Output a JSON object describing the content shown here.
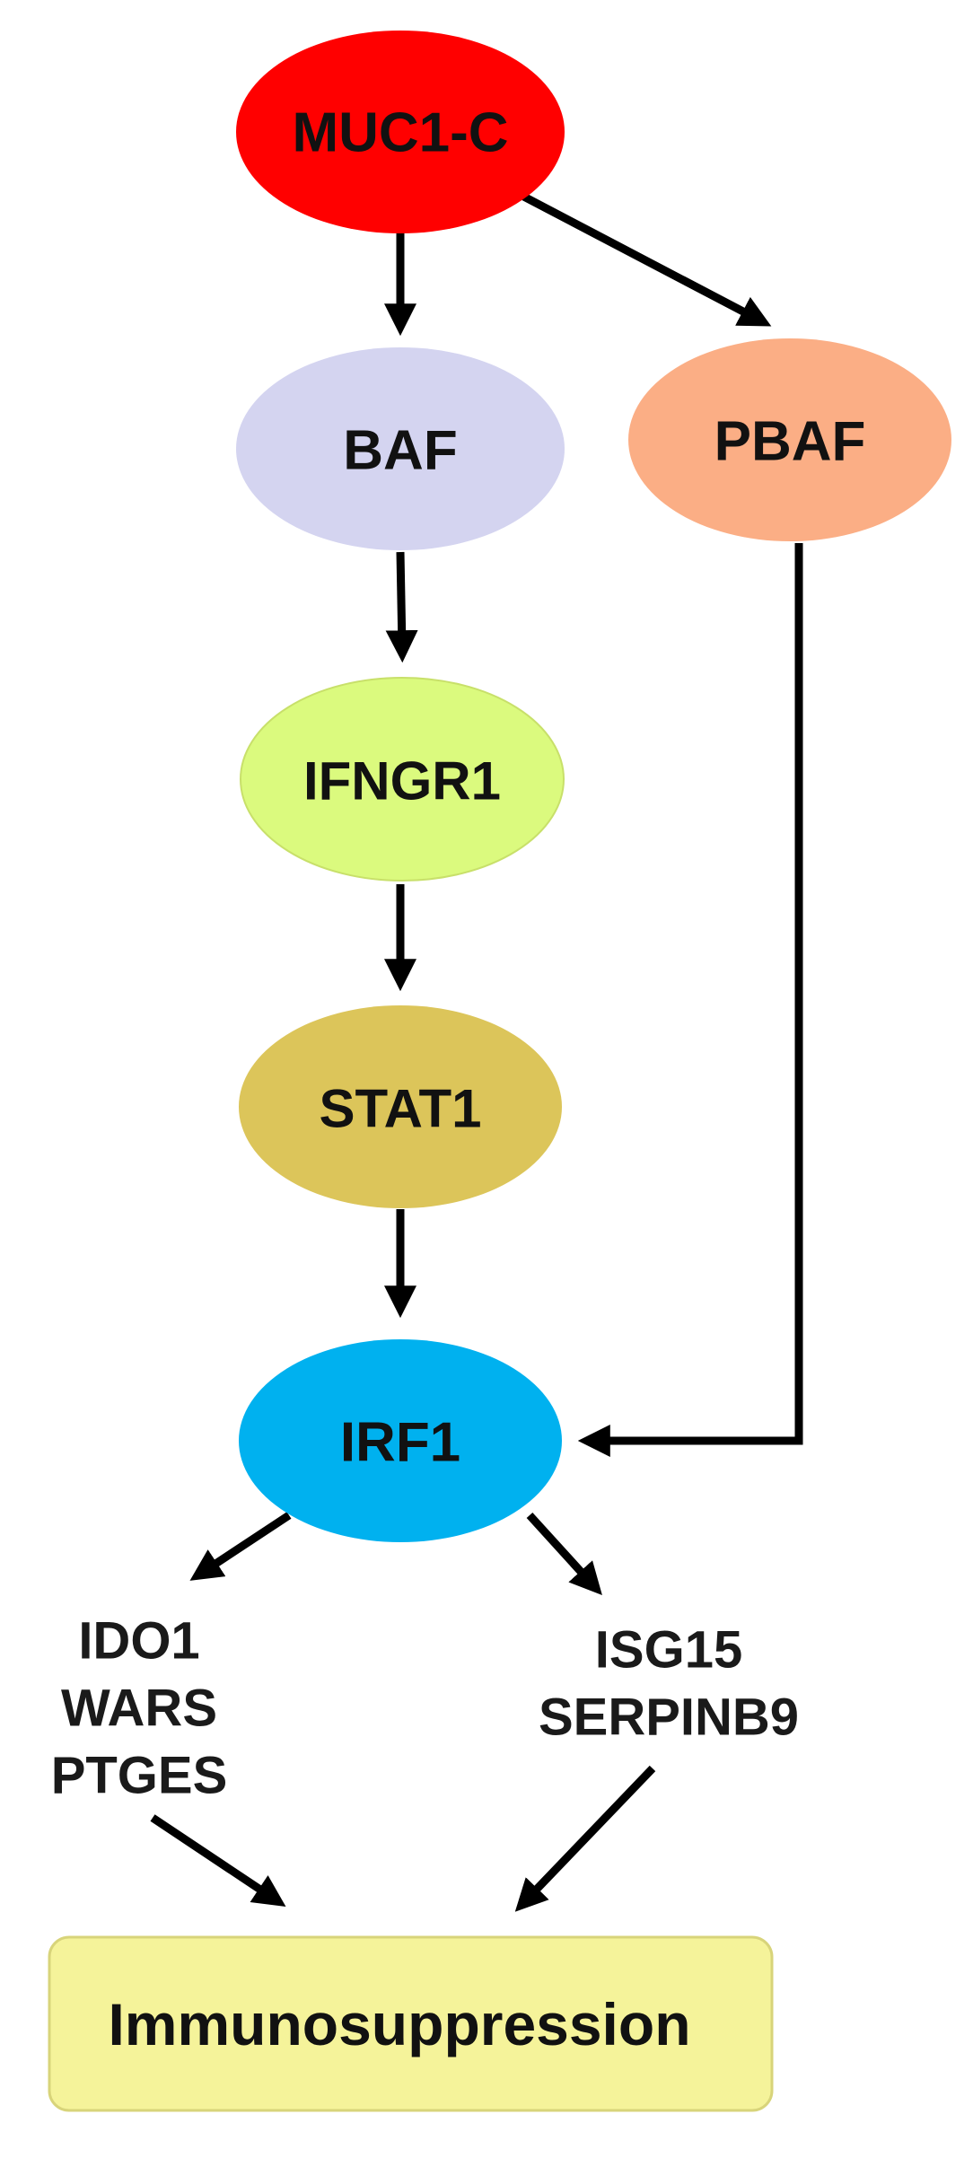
{
  "nodes": {
    "muc1c": {
      "label": "MUC1-C",
      "color": "#ff0000"
    },
    "baf": {
      "label": "BAF",
      "color": "#d4d4f0"
    },
    "pbaf": {
      "label": "PBAF",
      "color": "#fbae85"
    },
    "ifngr1": {
      "label": "IFNGR1",
      "color": "#dbfa7e"
    },
    "stat1": {
      "label": "STAT1",
      "color": "#dcc55a"
    },
    "irf1": {
      "label": "IRF1",
      "color": "#00b1ef"
    }
  },
  "gene_groups": {
    "left": [
      "IDO1",
      "WARS",
      "PTGES"
    ],
    "right": [
      "ISG15",
      "SERPINB9"
    ]
  },
  "outcome": {
    "label": "Immunosuppression",
    "color": "#f5f39a",
    "border_color": "#d8d47a"
  },
  "edges": [
    {
      "from": "MUC1-C",
      "to": "BAF"
    },
    {
      "from": "MUC1-C",
      "to": "PBAF"
    },
    {
      "from": "BAF",
      "to": "IFNGR1"
    },
    {
      "from": "IFNGR1",
      "to": "STAT1"
    },
    {
      "from": "STAT1",
      "to": "IRF1"
    },
    {
      "from": "PBAF",
      "to": "IRF1"
    },
    {
      "from": "IRF1",
      "to": "IDO1 / WARS / PTGES"
    },
    {
      "from": "IRF1",
      "to": "ISG15 / SERPINB9"
    },
    {
      "from": "IDO1 / WARS / PTGES",
      "to": "Immunosuppression"
    },
    {
      "from": "ISG15 / SERPINB9",
      "to": "Immunosuppression"
    }
  ]
}
